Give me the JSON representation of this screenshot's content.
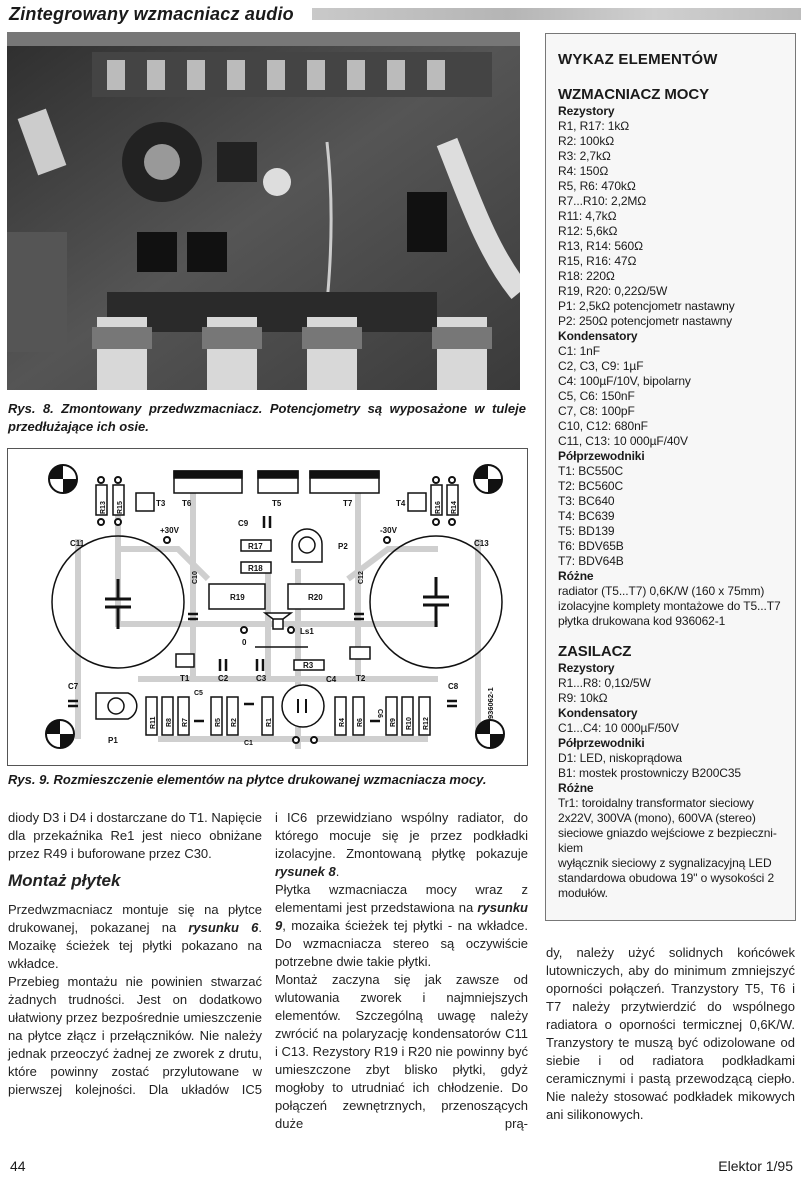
{
  "header": {
    "title": "Zintegrowany wzmacniacz audio"
  },
  "figure8": {
    "caption": "Rys. 8. Zmontowany przedwzmacniacz. Potencjometry są wyposażone w tuleje przedłużające ich osie."
  },
  "figure9": {
    "caption": "Rys. 9. Rozmieszczenie elementów na płytce drukowanej wzmacniacza mocy.",
    "labels": {
      "T6": "T6",
      "T5": "T5",
      "T7": "T7",
      "T3": "T3",
      "T4": "T4",
      "R13": "R13",
      "R15": "R15",
      "R16": "R16",
      "R14": "R14",
      "plus30": "+30V",
      "minus30": "-30V",
      "C11": "C11",
      "C13": "C13",
      "C9": "C9",
      "R17": "R17",
      "R18": "R18",
      "P2": "P2",
      "C10": "C10",
      "C12": "C12",
      "R19": "R19",
      "R20": "R20",
      "Ls1": "Ls1",
      "zero": "0",
      "T1": "T1",
      "T2": "T2",
      "C2": "C2",
      "C3": "C3",
      "R3": "R3",
      "C4": "C4",
      "C7": "C7",
      "C8": "C8",
      "P1": "P1",
      "R11": "R11",
      "R8": "R8",
      "R7": "R7",
      "C5": "C5",
      "R5": "R5",
      "R2": "R2",
      "C1": "C1",
      "R1": "R1",
      "R4": "R4",
      "R6": "R6",
      "C6": "C6",
      "R9": "R9",
      "R10": "R10",
      "R12": "R12",
      "code": "936062-1"
    }
  },
  "parts_list": {
    "title": "WYKAZ ELEMENTÓW",
    "sections": [
      {
        "title": "WZMACNIACZ MOCY",
        "groups": [
          {
            "name": "Rezystory",
            "items": [
              "R1, R17: 1kΩ",
              "R2: 100kΩ",
              "R3: 2,7kΩ",
              "R4: 150Ω",
              "R5, R6: 470kΩ",
              "R7...R10: 2,2MΩ",
              "R11: 4,7kΩ",
              "R12: 5,6kΩ",
              "R13, R14: 560Ω",
              "R15, R16: 47Ω",
              "R18: 220Ω",
              "R19, R20: 0,22Ω/5W",
              "P1: 2,5kΩ potencjometr nastawny",
              "P2: 250Ω potencjometr nastawny"
            ]
          },
          {
            "name": "Kondensatory",
            "items": [
              "C1: 1nF",
              "C2, C3, C9: 1µF",
              "C4: 100µF/10V, bipolarny",
              "C5, C6: 150nF",
              "C7, C8: 100pF",
              "C10, C12: 680nF",
              "C11, C13: 10 000µF/40V"
            ]
          },
          {
            "name": "Półprzewodniki",
            "items": [
              "T1: BC550C",
              "T2: BC560C",
              "T3: BC640",
              "T4: BC639",
              "T5: BD139",
              "T6: BDV65B",
              "T7: BDV64B"
            ]
          },
          {
            "name": "Różne",
            "items": [
              "radiator (T5...T7) 0,6K/W (160 x 75mm)",
              "izolacyjne komplety montażowe do T5...T7",
              "płytka drukowana kod 936062-1"
            ]
          }
        ]
      },
      {
        "title": "ZASILACZ",
        "groups": [
          {
            "name": "Rezystory",
            "items": [
              "R1...R8: 0,1Ω/5W",
              "R9: 10kΩ"
            ]
          },
          {
            "name": "Kondensatory",
            "items": [
              "C1...C4: 10 000µF/50V"
            ]
          },
          {
            "name": "Półprzewodniki",
            "items": [
              "D1: LED, niskoprądowa",
              "B1: mostek prostowniczy B200C35"
            ]
          },
          {
            "name": "Różne",
            "items": [
              "Tr1: toroidalny transformator sieciowy 2x22V, 300VA (mono), 600VA (stereo)",
              "sieciowe gniazdo wejściowe z bezpieczni-kiem",
              "wyłącznik sieciowy z sygnalizacyjną LED",
              "standardowa obudowa 19\" o wysokości 2 modułów."
            ]
          }
        ]
      }
    ]
  },
  "article": {
    "p1": "diody D3 i D4 i dostarczane do T1. Napięcie dla przekaźnika Re1 jest nieco obniżane przez R49 i buforowane przez C30.",
    "heading": "Montaż płytek",
    "p2a": "Przedwzmacniacz montuje się na płytce drukowanej, pokazanej na ",
    "p2b": "rysunku 6",
    "p2c": ". Mozaikę ścieżek tej płytki pokazano na wkładce.",
    "p3": "Przebieg montażu nie powinien stwarzać żadnych trudności. Jest on dodatkowo ułatwiony przez bezpośrednie umieszczenie na płytce złącz i przełączników. Nie należy jednak przeoczyć żadnej ze zworek z drutu, które powinny zostać przylutowane w pierwszej kolejności. Dla układów IC5",
    "p4a": "i IC6 przewidziano wspólny radiator, do którego mocuje się je przez podkładki izolacyjne. Zmontowaną płytkę pokazuje ",
    "p4b": "rysunek 8",
    "p4c": ".",
    "p5a": "Płytka wzmacniacza mocy wraz z elementami jest przedstawiona na ",
    "p5b": "rysunku 9",
    "p5c": ", mozaika ścieżek tej płytki - na wkładce. Do wzmacniacza stereo są oczywiście potrzebne dwie takie płytki.",
    "p6": "Montaż zaczyna się jak zawsze od wlutowania zworek i najmniejszych elementów. Szczególną uwagę należy zwrócić na polaryzację kondensatorów C11 i C13. Rezystory R19 i R20 nie powinny być umieszczone zbyt blisko płytki, gdyż mogłoby to utrudniać ich chłodzenie. Do połączeń zewnętrznych, przenoszących duże prą-",
    "p7": "dy, należy użyć solidnych końcówek lutowniczych, aby do minimum zmniejszyć oporności połączeń. Tranzystory T5, T6 i T7 należy przytwierdzić do wspólnego radiatora o oporności termicznej 0,6K/W. Tranzystory te muszą być odizolowane od siebie i od radiatora podkładkami ceramicznymi i pastą przewodzącą ciepło. Nie należy stosować podkładek mikowych ani silikonowych."
  },
  "footer": {
    "page_number": "44",
    "issue": "Elektor 1/95"
  }
}
